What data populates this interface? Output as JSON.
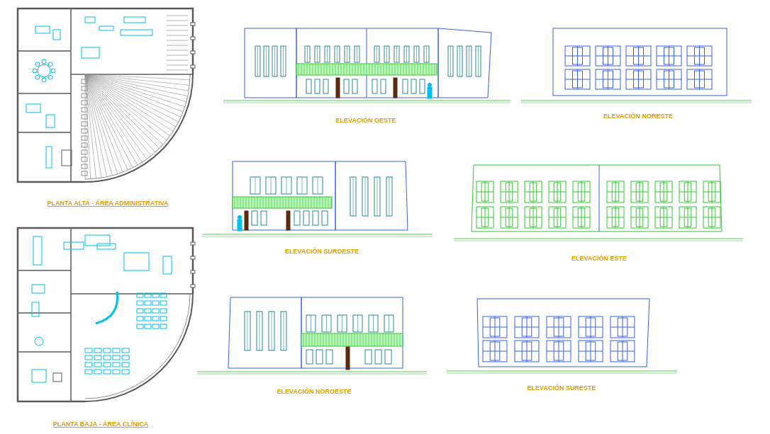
{
  "diagram": {
    "labels": [
      "PLANTA ALTA - ÁREA ADMINISTRATIVA",
      "PLANTA BAJA - ÁREA CLÍNICA",
      "ELEVACIÓN OESTE",
      "ELEVACIÓN NORESTE",
      "ELEVACIÓN SUROESTE",
      "ELEVACIÓN ESTE",
      "ELEVACIÓN NOROESTE",
      "ELEVACIÓN SURESTE"
    ]
  }
}
